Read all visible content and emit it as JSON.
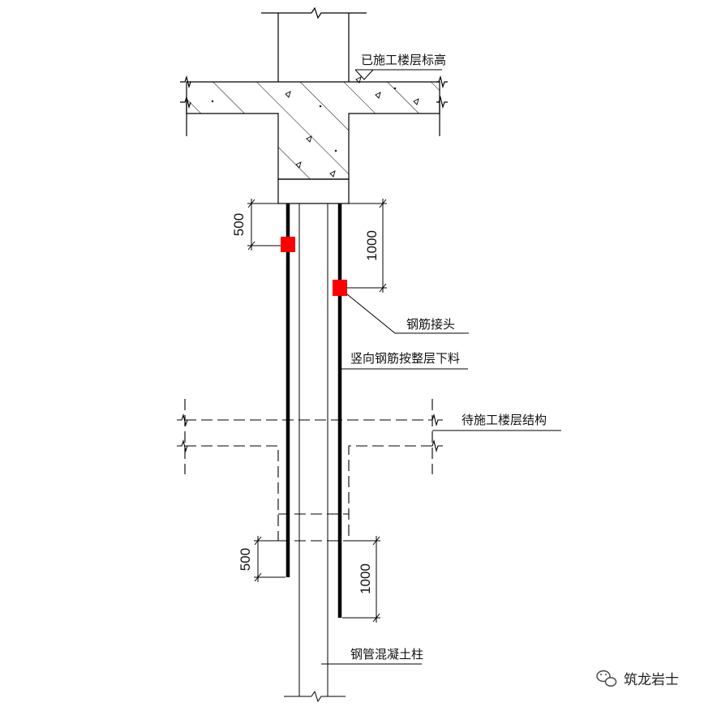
{
  "labels": {
    "completed_floor_elevation": "已施工楼层标高",
    "rebar_joint": "钢筋接头",
    "vertical_rebar": "竖向钢筋按整层下料",
    "pending_floor_structure": "待施工楼层结构",
    "steel_tube_column": "钢管混凝土柱"
  },
  "dimensions": {
    "upper_left": "500",
    "upper_right": "1000",
    "lower_left": "500",
    "lower_right": "1000"
  },
  "watermark": {
    "text": "筑龙岩士",
    "icon": "wechat-icon"
  },
  "colors": {
    "joint": "#ff0000",
    "line": "#000000"
  }
}
